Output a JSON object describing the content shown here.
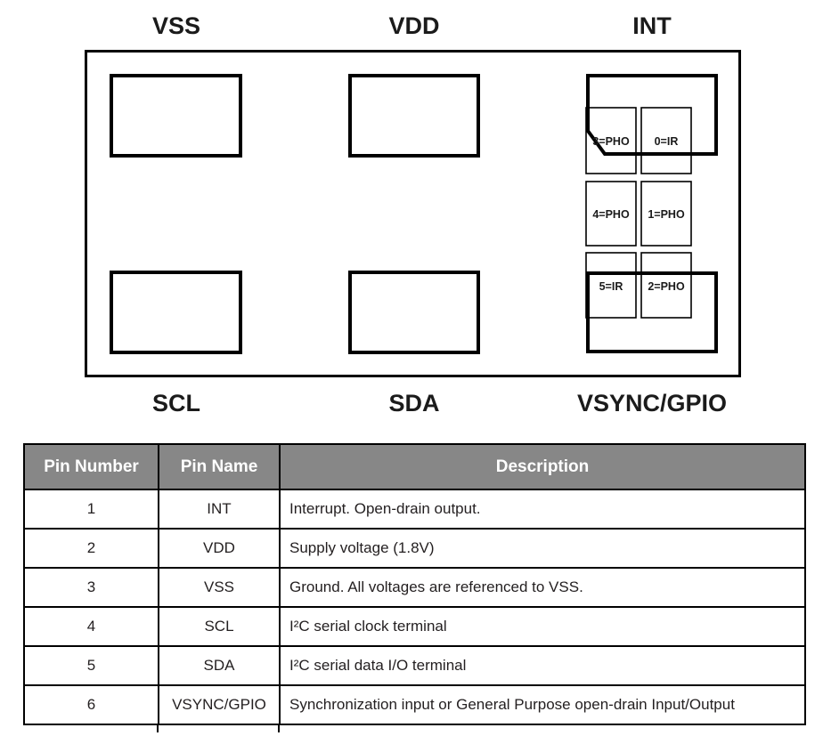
{
  "diagram": {
    "top_pins": [
      "VSS",
      "VDD",
      "INT"
    ],
    "bottom_pins": [
      "SCL",
      "SDA",
      "VSYNC/GPIO"
    ],
    "sensor_cells": [
      "3=PHO",
      "0=IR",
      "4=PHO",
      "1=PHO",
      "5=IR",
      "2=PHO"
    ]
  },
  "table": {
    "headers": [
      "Pin Number",
      "Pin Name",
      "Description"
    ],
    "rows": [
      {
        "number": "1",
        "name": "INT",
        "description": "Interrupt. Open-drain output."
      },
      {
        "number": "2",
        "name": "VDD",
        "description": "Supply voltage (1.8V)"
      },
      {
        "number": "3",
        "name": "VSS",
        "description": "Ground. All voltages are referenced to VSS."
      },
      {
        "number": "4",
        "name": "SCL",
        "description": "I²C serial clock terminal"
      },
      {
        "number": "5",
        "name": "SDA",
        "description": "I²C serial data I/O terminal"
      },
      {
        "number": "6",
        "name": "VSYNC/GPIO",
        "description": "Synchronization input or General Purpose open-drain Input/Output"
      }
    ],
    "colors": {
      "header_bg": "#878787",
      "header_text": "#ffffff",
      "border": "#000000"
    }
  }
}
